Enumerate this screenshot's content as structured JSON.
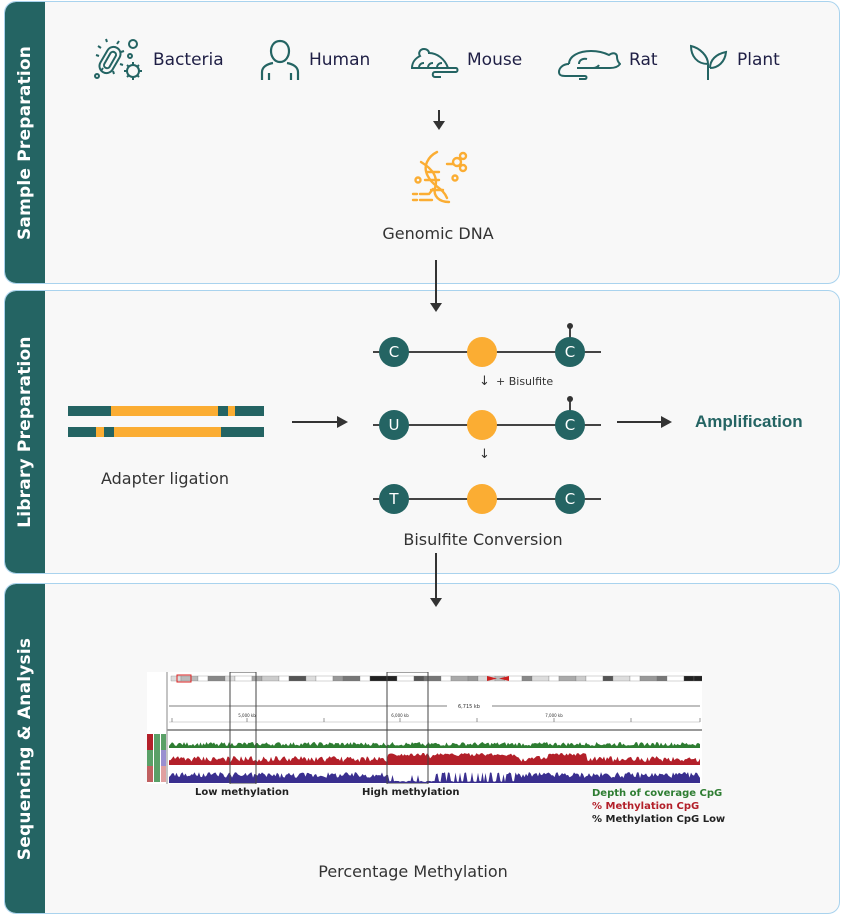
{
  "colors": {
    "rail": "#246463",
    "accent_orange": "#fbad33",
    "panel_border": "#a9d3ee",
    "coverage_green": "#2e7d32",
    "methylation_red": "#b3202a",
    "methylation_low_blue": "#3a2f8f"
  },
  "sections": [
    {
      "label": "Sample Preparation"
    },
    {
      "label": "Library Preparation"
    },
    {
      "label": "Sequencing & Analysis"
    }
  ],
  "sample_prep": {
    "organisms": [
      {
        "label": "Bacteria",
        "icon": "bacteria-icon"
      },
      {
        "label": "Human",
        "icon": "human-icon"
      },
      {
        "label": "Mouse",
        "icon": "mouse-icon"
      },
      {
        "label": "Rat",
        "icon": "rat-icon"
      },
      {
        "label": "Plant",
        "icon": "plant-icon"
      }
    ],
    "dna_label": "Genomic DNA",
    "dna_icon": "dna-icon"
  },
  "library_prep": {
    "adapter_label": "Adapter ligation",
    "bisulfite_label": "Bisulfite Conversion",
    "bisulfite_step": "+ Bisulfite",
    "rows": [
      {
        "left": "C",
        "right": "C",
        "right_methylated": true
      },
      {
        "left": "U",
        "right": "C",
        "right_methylated": true
      },
      {
        "left": "T",
        "right": "C",
        "right_methylated": false
      }
    ],
    "amplification_label": "Amplification"
  },
  "analysis": {
    "track_labels": {
      "low": "Low methylation",
      "high": "High methylation"
    },
    "scale_label": "6,715 kb",
    "ticks": [
      "5,000 kb",
      "6,000 kb",
      "7,000 kb"
    ],
    "legend": [
      {
        "label": "Depth of coverage CpG",
        "color": "#2e7d32"
      },
      {
        "label": "% Methylation CpG",
        "color": "#b3202a"
      },
      {
        "label": "% Methylation CpG Low",
        "color": "#222222"
      }
    ],
    "caption": "Percentage Methylation"
  }
}
